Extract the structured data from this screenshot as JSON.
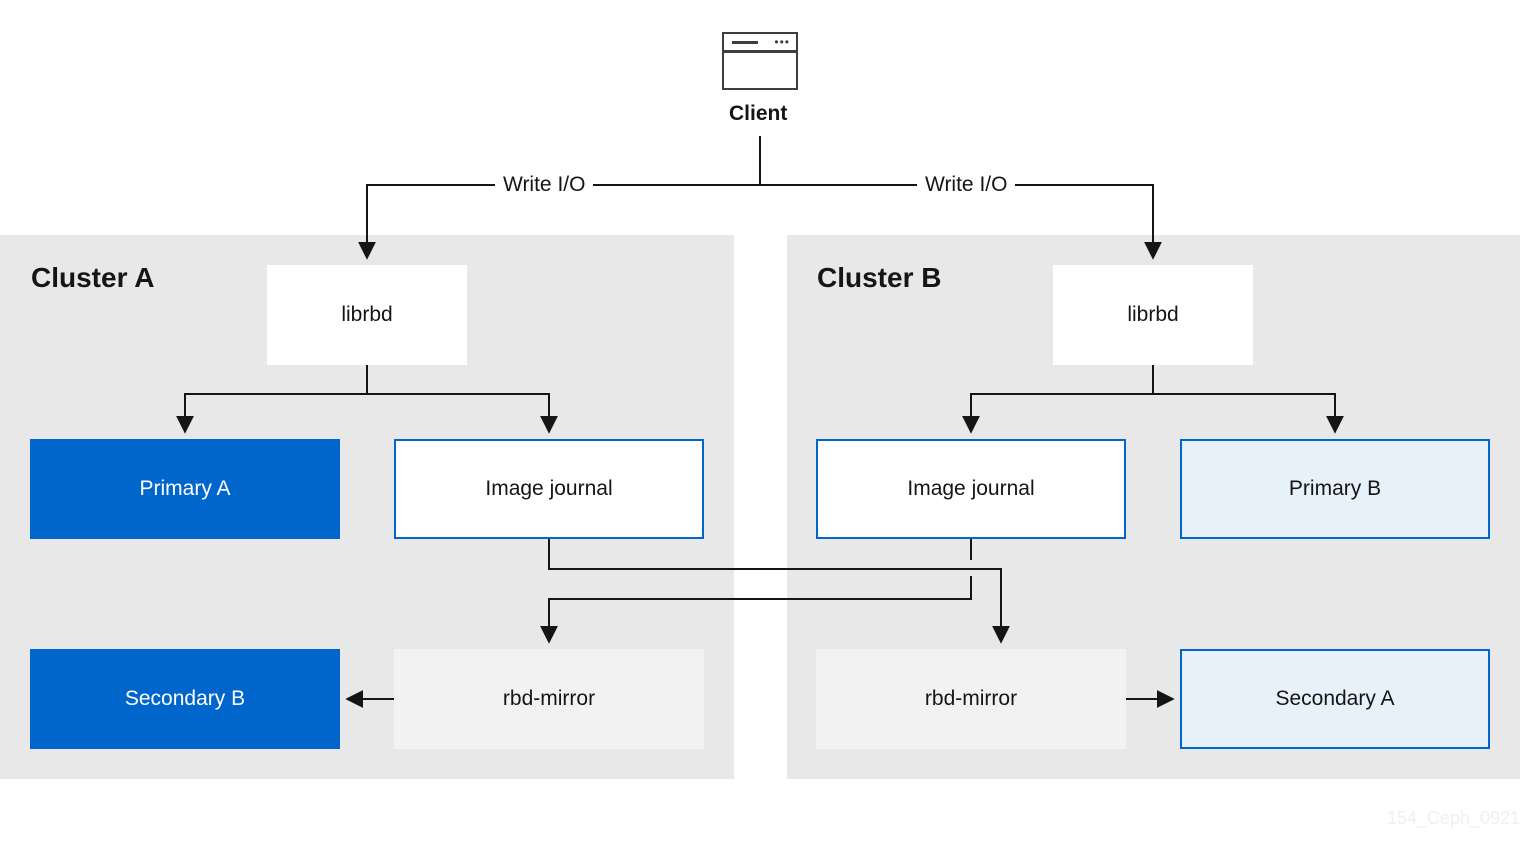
{
  "client": {
    "label": "Client"
  },
  "write_io": {
    "left": "Write I/O",
    "right": "Write I/O"
  },
  "cluster_a": {
    "title": "Cluster A",
    "librbd": "librbd",
    "primary": "Primary A",
    "journal": "Image journal",
    "secondary": "Secondary B",
    "mirror": "rbd-mirror"
  },
  "cluster_b": {
    "title": "Cluster B",
    "librbd": "librbd",
    "journal": "Image journal",
    "primary": "Primary B",
    "mirror": "rbd-mirror",
    "secondary": "Secondary A"
  },
  "watermark": "154_Ceph_0921",
  "colors": {
    "accent_blue": "#0066cc",
    "light_blue": "#e7f1fa",
    "cluster_bg": "#e8e8e8",
    "mirror_bg": "#f2f2f2",
    "line": "#151515"
  },
  "icons": {
    "client": "application-window-icon"
  }
}
